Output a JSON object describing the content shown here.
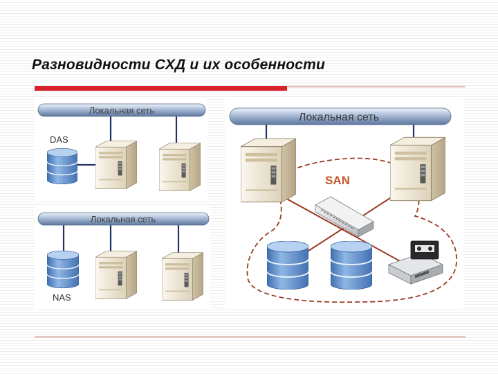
{
  "title": "Разновидности СХД и их особенности",
  "colors": {
    "accent_red": "#d9232b",
    "rule_thin": "#c0504d",
    "bus_blue": "#7e95b8",
    "disk_blue": "#6f9cd6",
    "server_beige": "#e9dfc9",
    "san_link": "#9a3b22"
  },
  "das_panel": {
    "network_label": "Локальная сеть",
    "storage_label": "DAS"
  },
  "nas_panel": {
    "network_label": "Локальная сеть",
    "storage_label": "NAS"
  },
  "san_panel": {
    "network_label": "Локальная сеть",
    "fabric_label": "SAN"
  },
  "icons": [
    "server-icon",
    "disk-storage-icon",
    "network-switch-icon",
    "tape-drive-icon"
  ]
}
